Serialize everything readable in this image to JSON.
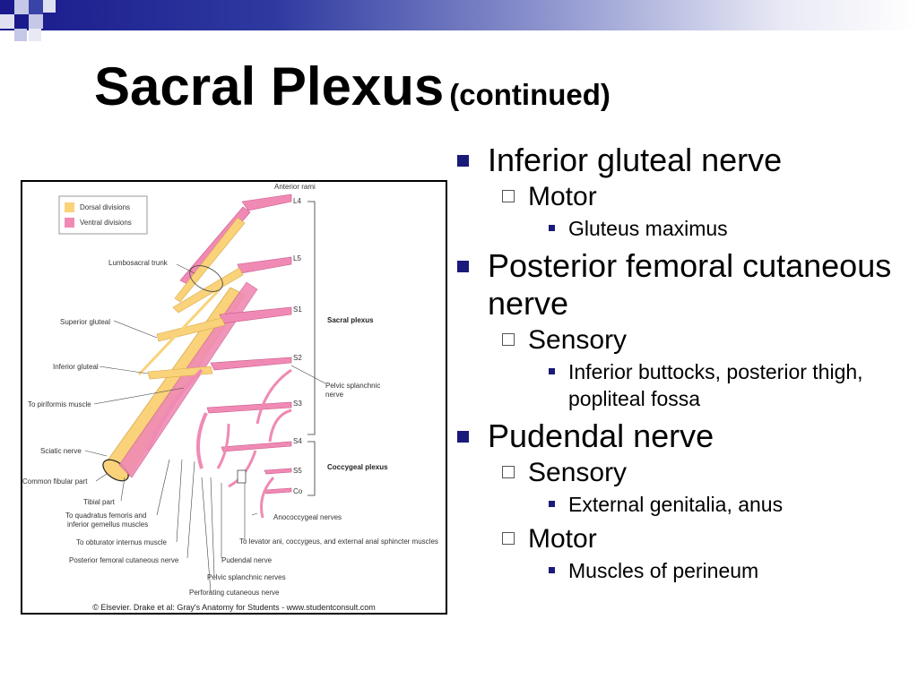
{
  "slide": {
    "title": "Sacral Plexus",
    "title_suffix": "(continued)",
    "accent_color": "#1a1a8c"
  },
  "figure": {
    "legend": [
      "Dorsal divisions",
      "Ventral divisions"
    ],
    "legend_colors": [
      "#f9d27a",
      "#f08ab4"
    ],
    "labels": {
      "anterior_rami": "Anterior rami",
      "l4": "L4",
      "l5": "L5",
      "s1": "S1",
      "s2": "S2",
      "s3": "S3",
      "s4": "S4",
      "s5": "S5",
      "co": "Co",
      "sacral_plexus": "Sacral plexus",
      "coccygeal_plexus": "Coccygeal plexus",
      "pelvic_splanchnic_nerve": "Pelvic splanchnic nerve",
      "lumbosacral_trunk": "Lumbosacral trunk",
      "superior_gluteal": "Superior gluteal",
      "inferior_gluteal": "Inferior gluteal",
      "to_piriformis": "To piriformis muscle",
      "sciatic": "Sciatic nerve",
      "common_fibular": "Common fibular part",
      "tibial": "Tibial part",
      "to_quadratus_1": "To quadratus femoris and",
      "to_quadratus_2": "inferior gemellus muscles",
      "to_obturator": "To obturator internus muscle",
      "posterior_femoral": "Posterior femoral cutaneous nerve",
      "pudendal": "Pudendal nerve",
      "pelvic_splanchnic_nerves": "Pelvic splanchnic nerves",
      "perforating": "Perforating cutaneous nerve",
      "anococcygeal": "Anococcygeal nerves",
      "to_levator": "To levator ani, coccygeus, and external anal sphincter muscles"
    },
    "credit": "© Elsevier. Drake et al: Gray's Anatomy for Students - www.studentconsult.com"
  },
  "bullets": [
    {
      "text": "Inferior gluteal nerve",
      "children": [
        {
          "text": "Motor",
          "children": [
            "Gluteus maximus"
          ]
        }
      ]
    },
    {
      "text": "Posterior femoral cutaneous nerve",
      "children": [
        {
          "text": "Sensory",
          "children": [
            "Inferior buttocks, posterior thigh, popliteal fossa"
          ]
        }
      ]
    },
    {
      "text": "Pudendal nerve",
      "children": [
        {
          "text": "Sensory",
          "children": [
            "External genitalia, anus"
          ]
        },
        {
          "text": "Motor",
          "children": [
            "Muscles of perineum"
          ]
        }
      ]
    }
  ]
}
